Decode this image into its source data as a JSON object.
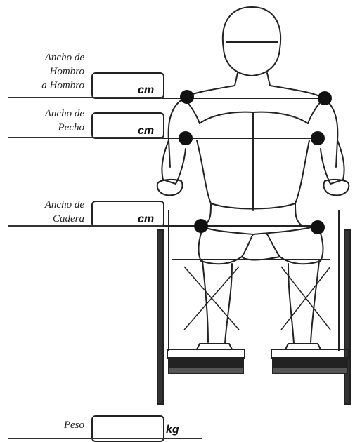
{
  "fields": [
    {
      "id": "shoulder",
      "label_lines": [
        "Ancho de",
        "Hombro",
        "a Hombro"
      ],
      "value": "",
      "unit": "cm"
    },
    {
      "id": "chest",
      "label_lines": [
        "Ancho de",
        "Pecho"
      ],
      "value": "",
      "unit": "cm"
    },
    {
      "id": "hip",
      "label_lines": [
        "Ancho de",
        "Cadera"
      ],
      "value": "",
      "unit": "cm"
    },
    {
      "id": "weight",
      "label_lines": [
        "Peso"
      ],
      "value": "",
      "unit": "kg"
    }
  ],
  "colors": {
    "ink": "#1a1a1a",
    "marker": "#111111",
    "paper": "#ffffff"
  }
}
